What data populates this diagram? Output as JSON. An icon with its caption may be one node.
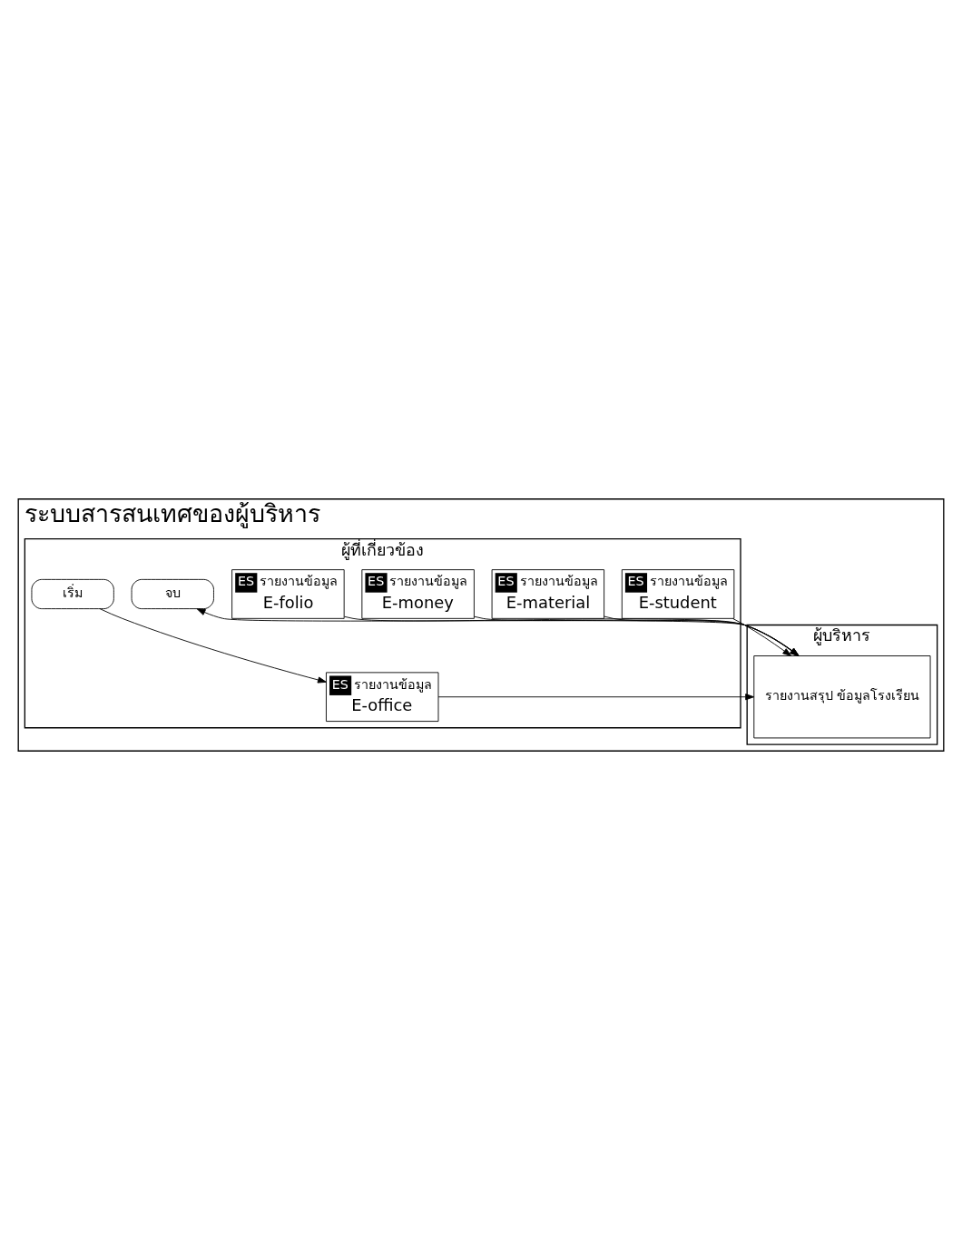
{
  "diagram": {
    "nodes": [
      {
        "text": [
          "ระบบสารสนเทศของผู้บริหาร"
        ]
      },
      {
        "text": [
          "ผู้ที่เกี่ยวข้อง"
        ],
        "in": 0
      },
      {
        "text": [
          "ผู้บริหาร"
        ],
        "in": 0
      },
      {
        "text": [
          "เริ่ม"
        ],
        "in": 1
      },
      {
        "text": [
          "ES",
          "รายงานข้อมูล",
          "E-office"
        ],
        "in": 1
      },
      {
        "text": [
          "ES",
          "รายงานข้อมูล",
          "E-student"
        ],
        "in": 1
      },
      {
        "text": [
          "ES",
          "รายงานข้อมูล",
          "E-material"
        ],
        "in": 1
      },
      {
        "text": [
          "ES",
          "รายงานข้อมูล",
          "E-money"
        ],
        "in": 1
      },
      {
        "text": [
          "ES",
          "รายงานข้อมูล",
          "E-folio"
        ],
        "in": 1
      },
      {
        "text": [
          "รายงานสรุป ข้อมูลโรงเรียน"
        ],
        "in": 2
      },
      {
        "text": [
          "จบ"
        ],
        "in": 1
      }
    ],
    "edges": [
      {
        "from": 3,
        "to": 4,
        "arrow": "to"
      },
      {
        "from": 4,
        "to": 9,
        "arrow": "to"
      },
      {
        "from": 5,
        "to": 9,
        "arrow": "to"
      },
      {
        "from": 6,
        "to": 9,
        "arrow": "to"
      },
      {
        "from": 7,
        "to": 9,
        "arrow": "to"
      },
      {
        "from": 8,
        "to": 9,
        "arrow": "to"
      },
      {
        "from": 9,
        "to": 10,
        "arrow": "to"
      }
    ]
  }
}
